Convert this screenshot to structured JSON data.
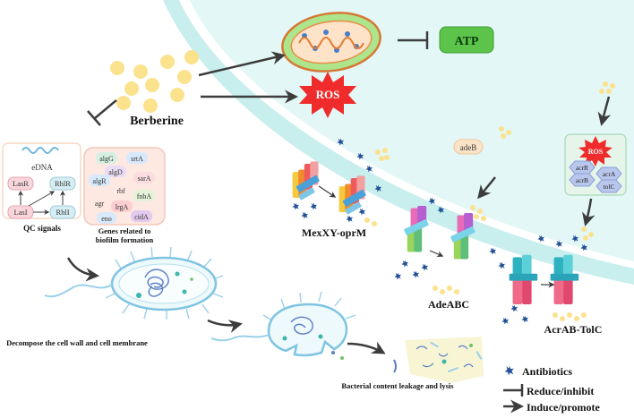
{
  "labels": {
    "berberine": "Berberine",
    "atp": "ATP",
    "ros_main": "ROS",
    "ros_small": "ROS",
    "mexxy": "MexXY-oprM",
    "adeabc": "AdeABC",
    "acrab": "AcrAB-TolC",
    "adeb": "adeB",
    "qc_signals": "QC signals",
    "edna": "eDNA",
    "genes_line1": "Genes related to",
    "genes_line2": "biofilm formation",
    "decompose": "Decompose the cell wall and cell membrane",
    "leakage": "Bacterial content leakage and lysis"
  },
  "qs_nodes": [
    "LasR",
    "RhlR",
    "LasI",
    "RhlI"
  ],
  "genes": [
    "algG",
    "srtA",
    "algD",
    "algR",
    "sarA",
    "rbf",
    "fnbA",
    "agr",
    "lrgA",
    "eno",
    "cidA"
  ],
  "acr_genes": [
    "acrR",
    "acrA",
    "acrB",
    "tolC"
  ],
  "legend": {
    "antibiotics": "Antibiotics",
    "reduce": "Reduce/inhibit",
    "induce": "Induce/promote"
  },
  "colors": {
    "cell_bg": "#e3f7f7",
    "membrane": "#c8eeee",
    "berberine_dot": "#fbe28c",
    "ros": "#ef2b2b",
    "atp": "#5cc44a",
    "antibiotic": "#1f4f96",
    "arrow": "#3c3c3c"
  }
}
